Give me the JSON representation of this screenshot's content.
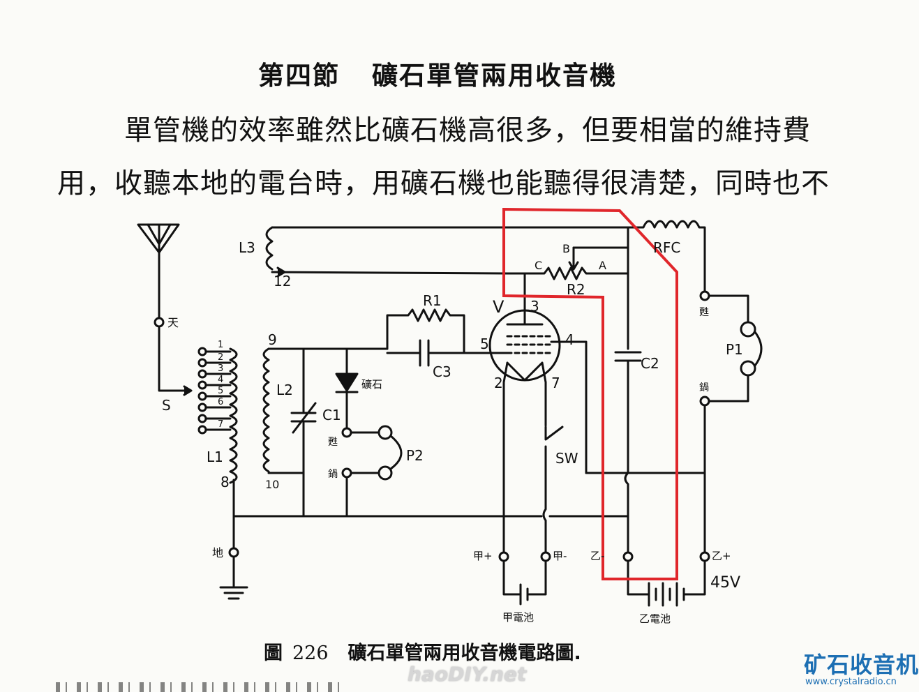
{
  "heading": {
    "section": "第四節",
    "title": "礦石單管兩用收音機"
  },
  "paragraph": {
    "line1": "單管機的效率雖然比礦石機高很多，但要相當的維持費",
    "line2": "用，收聽本地的電台時，用礦石機也能聽得很清楚，同時也不"
  },
  "diagram": {
    "labels": {
      "L3": "L3",
      "tap12": "12",
      "B": "B",
      "C": "C",
      "A": "A",
      "R2": "R2",
      "RFC": "RFC",
      "antenna": "天",
      "S": "S",
      "tap1": "1",
      "tap2": "2",
      "tap3": "3",
      "tap4": "4",
      "tap5": "5",
      "tap6": "6",
      "tap7": "7",
      "L1": "L1",
      "tap8": "8",
      "tap9": "9",
      "L2": "L2",
      "tap10": "10",
      "C1": "C1",
      "R1": "R1",
      "crystal": "礦石",
      "C3": "C3",
      "pin5": "5",
      "V": "V",
      "pin3": "3",
      "pin4": "4",
      "pin2": "2",
      "pin7": "7",
      "C2": "C2",
      "P1": "P1",
      "P2": "P2",
      "jack_top_r": "甦",
      "jack_bot_r": "鍋",
      "jack_top_l": "甦",
      "jack_bot_l": "鍋",
      "SW": "SW",
      "ground": "地",
      "a_plus": "甲+",
      "a_minus": "甲-",
      "b_minus": "乙-",
      "b_plus": "乙+",
      "voltage": "45V",
      "a_battery": "甲電池",
      "b_battery": "乙電池"
    },
    "highlight_color": "#e0262b",
    "ink_color": "#111111"
  },
  "caption": {
    "figure": "圖",
    "number": "226",
    "text": "礦石單管兩用收音機電路圖."
  },
  "watermarks": {
    "left": "haoDIY.net",
    "logo": "矿石收音机",
    "logo_url": "www.crystalradio.cn"
  }
}
